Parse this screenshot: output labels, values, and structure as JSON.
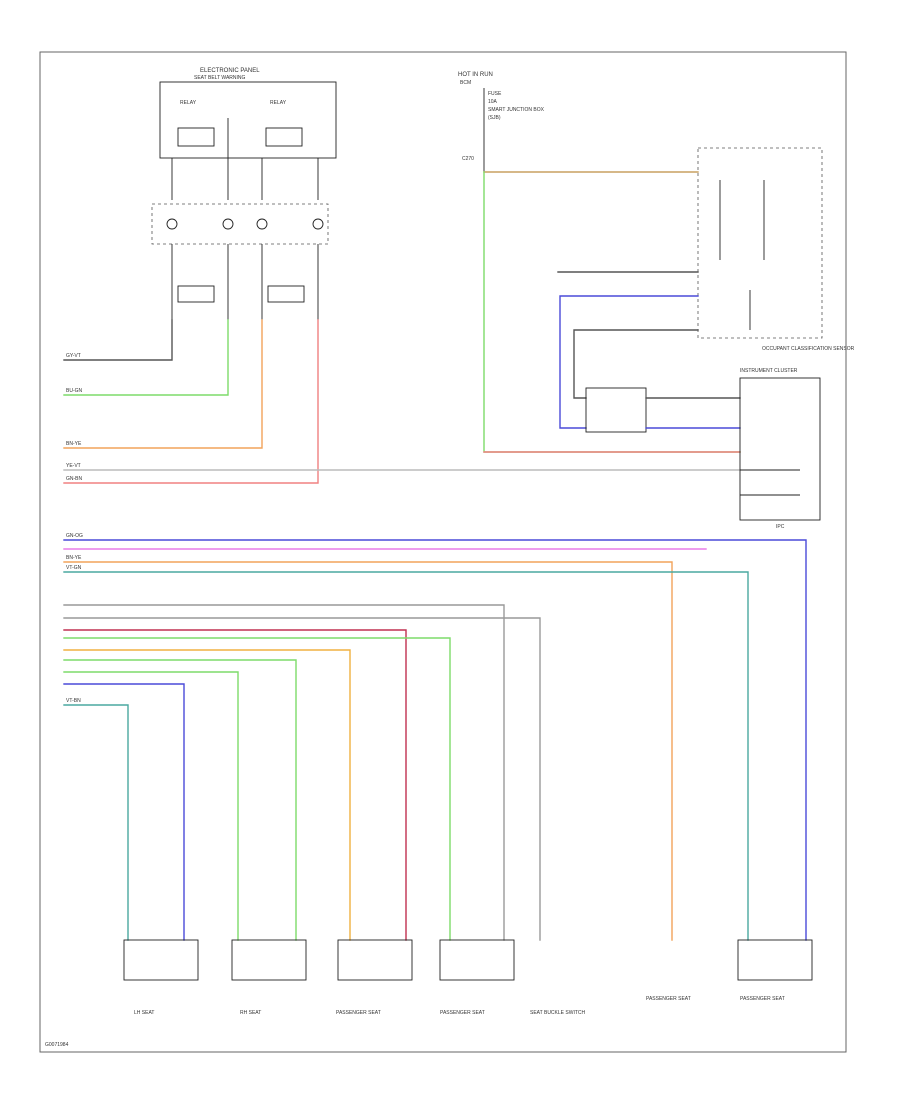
{
  "page": {
    "frame_label": "G0071984"
  },
  "top_module": {
    "title": "ELECTRONIC PANEL",
    "subtitle": "SEAT BELT WARNING",
    "relay_left": "RELAY",
    "relay_right": "RELAY"
  },
  "fuse": {
    "top": "HOT IN RUN",
    "sub": "BCM",
    "note_1": "FUSE",
    "note_2": "10A",
    "note_3": "SMART JUNCTION BOX",
    "note_4": "(SJB)",
    "junction": "C270"
  },
  "modules": {
    "occupant_module": "OCCUPANT CLASSIFICATION SENSOR",
    "instrument_cluster": "INSTRUMENT CLUSTER",
    "ipc": "IPC"
  },
  "wire_labels": {
    "w1": "GY-VT",
    "w2": "BU-GN",
    "w3": "BN-YE",
    "w4": "YE-VT",
    "w5": "GN-BN",
    "w6": "GN-OG",
    "w7": "BN-YE",
    "w8": "VT-GN",
    "w9": "VT-BN"
  },
  "bottom_labels": {
    "s1": "LH SEAT",
    "s2": "RH SEAT",
    "s3": "PASSENGER SEAT",
    "s4": "PASSENGER SEAT",
    "s5": "SEAT BUCKLE SWITCH",
    "s6": "PASSENGER SEAT",
    "s7": "PASSENGER SEAT"
  },
  "colors": {
    "green": "#7ddc6a",
    "orange": "#f2a35a",
    "red": "#f08080",
    "blue": "#4a4ad8",
    "magenta": "#e87de8",
    "teal": "#4aa8a0",
    "gray": "#9a9a9a",
    "crimson": "#c03050",
    "yellow_orange": "#f0b040",
    "brown": "#c8a060"
  }
}
